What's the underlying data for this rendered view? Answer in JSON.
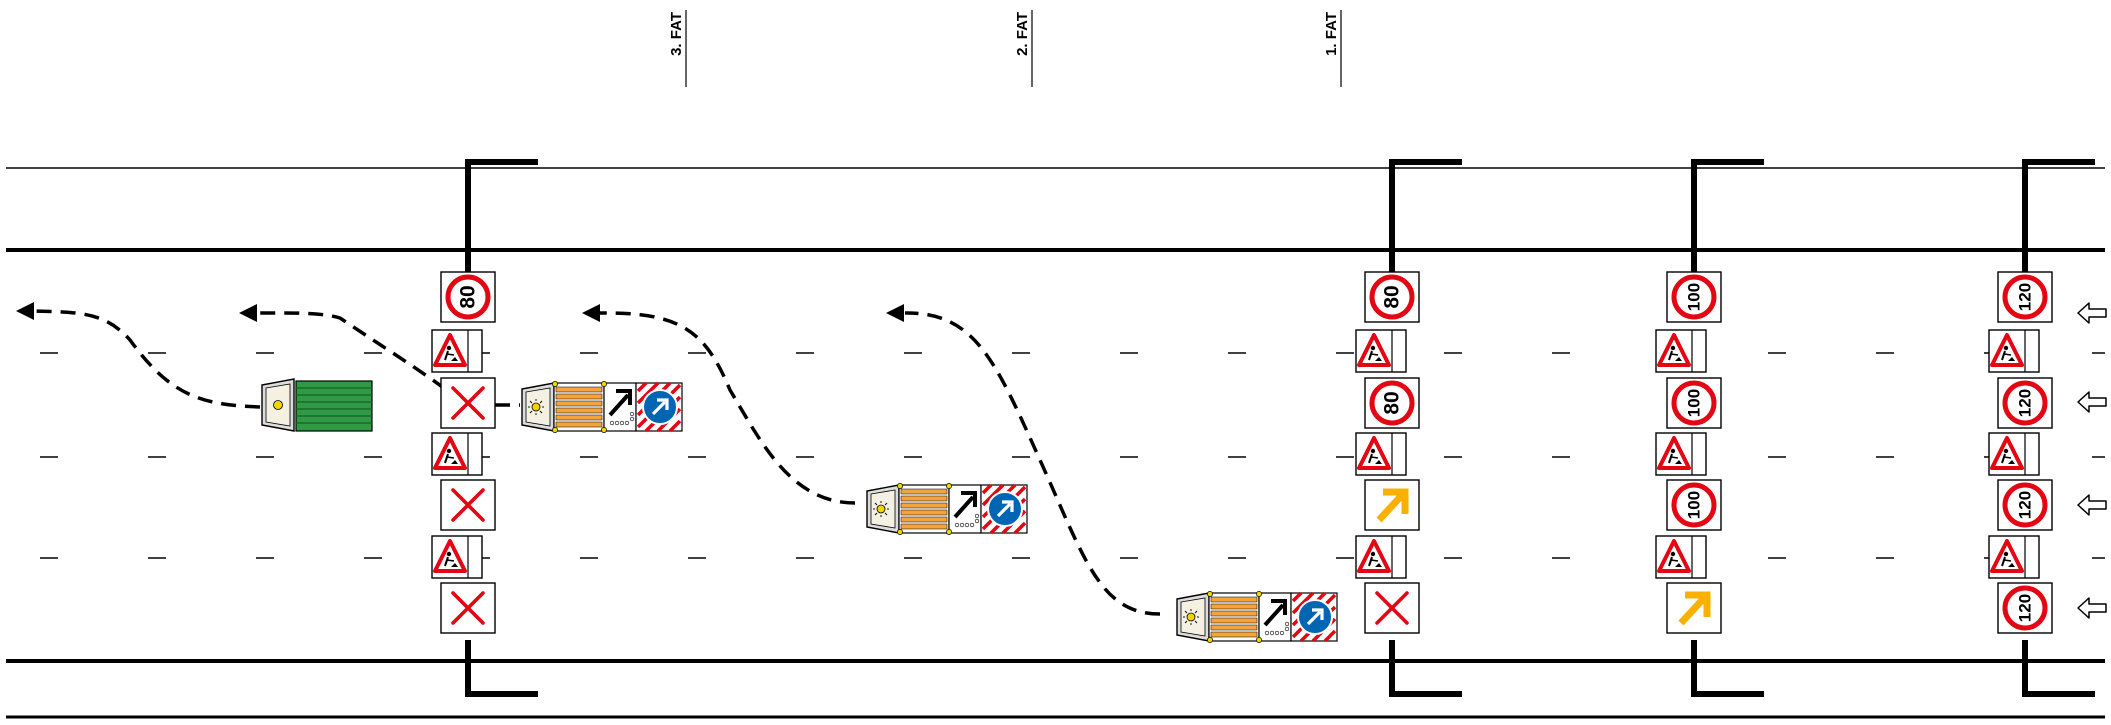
{
  "fat_labels": [
    "3. FAT",
    "2. FAT",
    "1. FAT"
  ],
  "signs": {
    "speed_80": "80",
    "speed_100": "100",
    "speed_120": "120"
  },
  "gantries": [
    {
      "id": "gantry-1",
      "column": [
        "speed-80",
        "roadworks",
        "lane-closed",
        "roadworks",
        "lane-closed",
        "roadworks",
        "lane-closed"
      ]
    },
    {
      "id": "gantry-2",
      "column": [
        "speed-80",
        "roadworks",
        "speed-80",
        "roadworks",
        "arrow-merge",
        "roadworks",
        "lane-closed"
      ]
    },
    {
      "id": "gantry-3",
      "column": [
        "speed-100",
        "roadworks",
        "speed-100",
        "roadworks",
        "speed-100",
        "roadworks",
        "arrow-merge"
      ]
    },
    {
      "id": "gantry-4",
      "column": [
        "speed-120",
        "roadworks",
        "speed-120",
        "roadworks",
        "speed-120",
        "roadworks",
        "speed-120"
      ]
    }
  ],
  "vehicles": [
    "work-truck",
    "safety-trailer-3",
    "safety-trailer-2",
    "safety-trailer-1"
  ],
  "colors": {
    "road_line": "#000000",
    "sign_red": "#e30613",
    "arrow_yellow": "#f9b000",
    "mandatory_blue": "#0066b3",
    "trailer_orange": "#f5a33c",
    "truck_green": "#2f9a46"
  }
}
